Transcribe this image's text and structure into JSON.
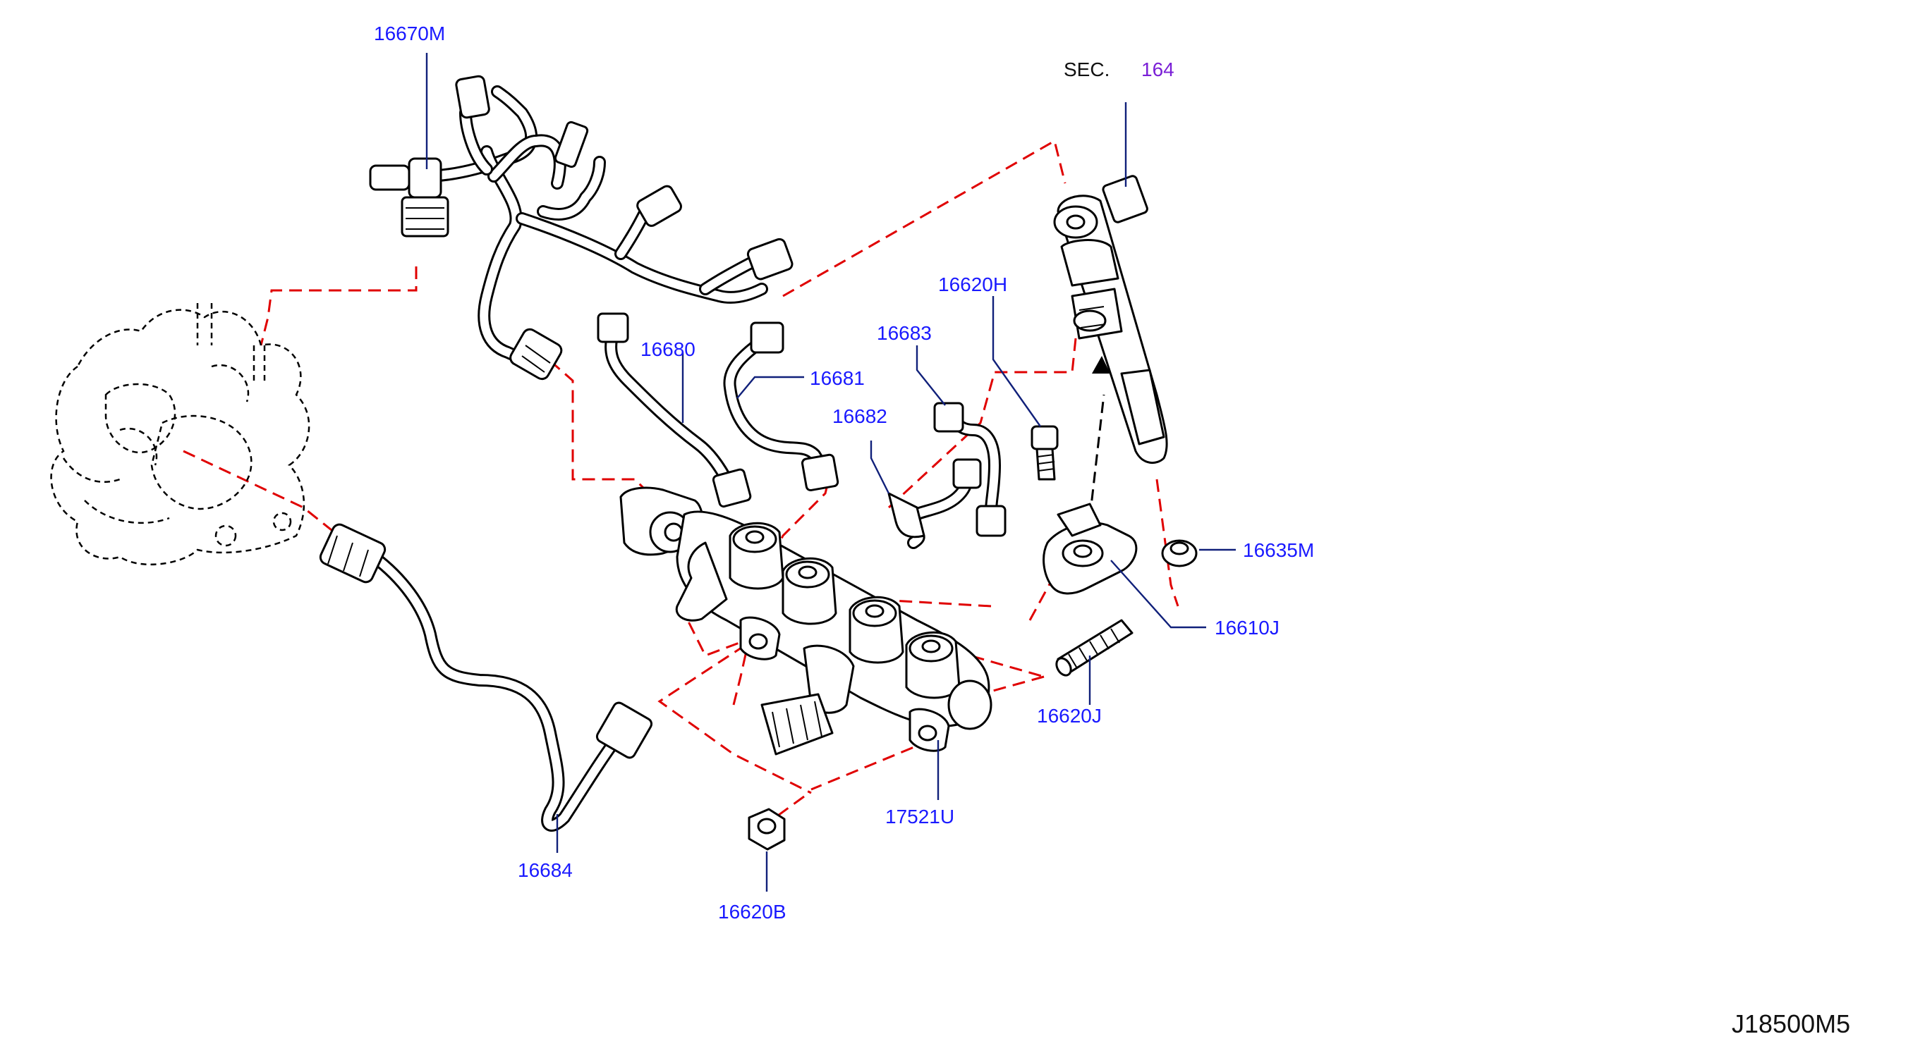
{
  "diagram": {
    "id": "J18500M5",
    "reference": {
      "prefix": "SEC.",
      "section": "164"
    },
    "colors": {
      "part_number": "#1a1aff",
      "section_number": "#7a1fd6",
      "connection_line": "#e00000",
      "leader_line": "#10207a",
      "outline": "#000000"
    },
    "parts": [
      {
        "number": "16670M"
      },
      {
        "number": "16680"
      },
      {
        "number": "16681"
      },
      {
        "number": "16683"
      },
      {
        "number": "16682"
      },
      {
        "number": "16620H"
      },
      {
        "number": "16635M"
      },
      {
        "number": "16610J"
      },
      {
        "number": "16620J"
      },
      {
        "number": "17521U"
      },
      {
        "number": "16684"
      },
      {
        "number": "16620B"
      }
    ]
  }
}
